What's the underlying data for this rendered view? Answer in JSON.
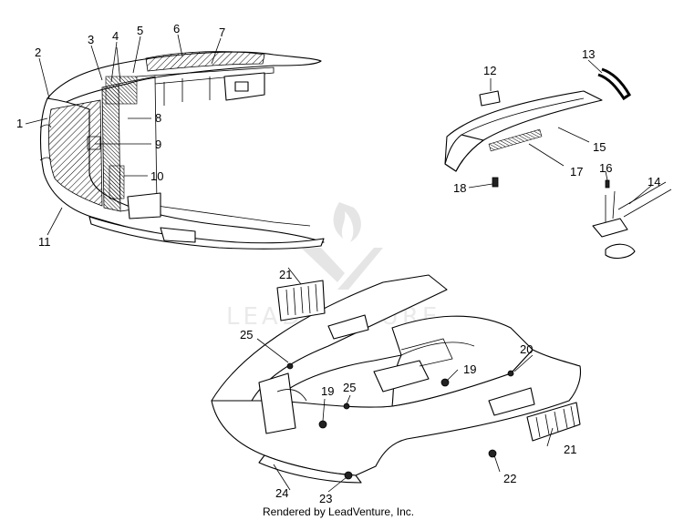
{
  "diagram": {
    "callouts": {
      "c1": "1",
      "c2": "2",
      "c3": "3",
      "c4": "4",
      "c5": "5",
      "c6": "6",
      "c7": "7",
      "c8": "8",
      "c9": "9",
      "c10": "10",
      "c11": "11",
      "c12": "12",
      "c13": "13",
      "c14": "14",
      "c15": "15",
      "c16": "16",
      "c17": "17",
      "c18": "18",
      "c19a": "19",
      "c19b": "19",
      "c20": "20",
      "c21a": "21",
      "c21b": "21",
      "c22": "22",
      "c23": "23",
      "c24": "24",
      "c25a": "25",
      "c25b": "25"
    },
    "footer": "Rendered by LeadVenture, Inc.",
    "watermark": "LEADVENTURE"
  }
}
